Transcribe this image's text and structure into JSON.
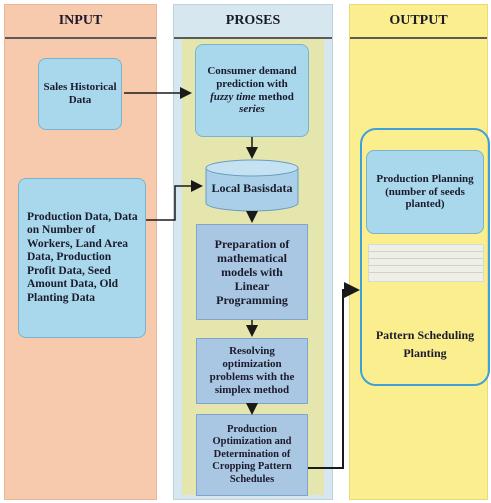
{
  "columns": {
    "input_header": "INPUT",
    "proses_header": "PROSES",
    "output_header": "OUTPUT"
  },
  "input": {
    "sales_historical": "Sales Historical Data",
    "production_data": "Production Data, Data on Number of Workers, Land Area Data, Production Profit Data, Seed Amount Data, Old Planting Data"
  },
  "proses": {
    "consumer_prediction_prefix": "Consumer demand prediction with",
    "consumer_prediction_italic": "fuzzy time",
    "consumer_prediction_suffix": "method",
    "consumer_prediction_italic2": "series",
    "local_db": "Local Basisdata",
    "linear_programming": "Preparation of mathematical models with Linear Programming",
    "simplex": "Resolving optimization problems with the simplex method",
    "production_optimization": "Production Optimization and Determination of Cropping Pattern Schedules"
  },
  "output": {
    "production_planning": "Production Planning (number of seeds planted)",
    "pattern_scheduling": "Pattern Scheduling Planting"
  },
  "colors": {
    "input_bg": "#f7c9ad",
    "proses_bg": "#d6e7ef",
    "output_bg": "#fbee8e",
    "box_blue": "#a9d8ec",
    "arrow": "#1a1a1a"
  }
}
